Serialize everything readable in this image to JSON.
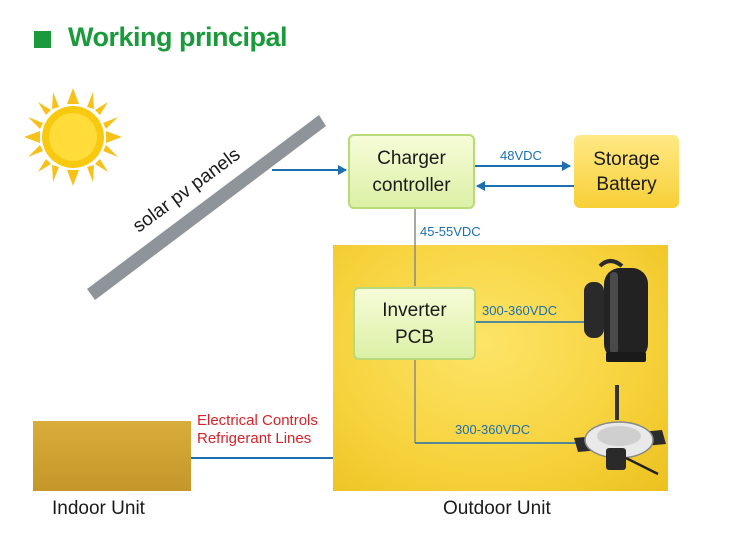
{
  "title": "Working principal",
  "panel_label": "solar pv panels",
  "charger": "Charger\ncontroller",
  "battery": "Storage\nBattery",
  "inverter": "Inverter\nPCB",
  "v_charger_battery": "48VDC",
  "v_charger_inverter": "45-55VDC",
  "v_compressor": "300-360VDC",
  "v_fan": "300-360VDC",
  "electrical": "Electrical Controls",
  "refrigerant": "Refrigerant Lines",
  "indoor_label": "Indoor Unit",
  "outdoor_label": "Outdoor Unit",
  "colors": {
    "title": "#1a9a3a",
    "line": "#1d6fb0",
    "red_text": "#d6232a"
  },
  "icons": [
    "sun-icon",
    "compressor-icon",
    "fan-motor-icon"
  ]
}
